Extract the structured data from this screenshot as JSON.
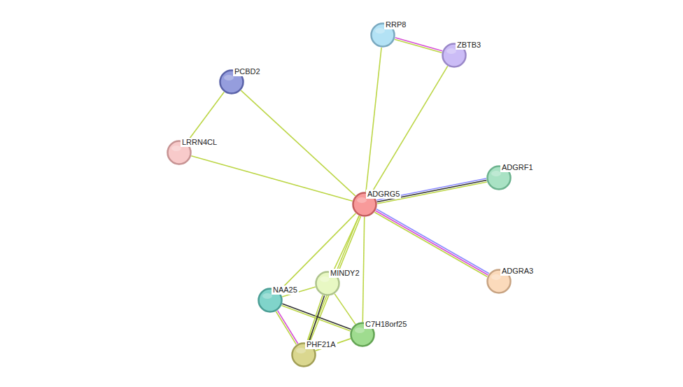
{
  "diagram": {
    "nodes": [
      {
        "text": [
          "RRP8"
        ]
      },
      {
        "text": [
          "ZBTB3"
        ]
      },
      {
        "text": [
          "PCBD2"
        ]
      },
      {
        "text": [
          "LRRN4CL"
        ]
      },
      {
        "text": [
          "ADGRF1"
        ]
      },
      {
        "text": [
          "ADGRG5"
        ]
      },
      {
        "text": [
          "ADGRA3"
        ]
      },
      {
        "text": [
          "MINDY2"
        ]
      },
      {
        "text": [
          "NAA25"
        ]
      },
      {
        "text": [
          "C7H18orf25"
        ]
      },
      {
        "text": [
          "PHF21A"
        ]
      }
    ],
    "edges": [
      {
        "from": 0,
        "to": 1,
        "arrow": "none"
      },
      {
        "from": 0,
        "to": 5,
        "arrow": "none"
      },
      {
        "from": 1,
        "to": 5,
        "arrow": "none"
      },
      {
        "from": 2,
        "to": 3,
        "arrow": "none"
      },
      {
        "from": 2,
        "to": 5,
        "arrow": "none"
      },
      {
        "from": 3,
        "to": 5,
        "arrow": "none"
      },
      {
        "from": 5,
        "to": 4,
        "arrow": "none"
      },
      {
        "from": 5,
        "to": 6,
        "arrow": "none"
      },
      {
        "from": 5,
        "to": 7,
        "arrow": "none"
      },
      {
        "from": 5,
        "to": 8,
        "arrow": "none"
      },
      {
        "from": 5,
        "to": 9,
        "arrow": "none"
      },
      {
        "from": 5,
        "to": 10,
        "arrow": "none"
      },
      {
        "from": 8,
        "to": 7,
        "arrow": "none"
      },
      {
        "from": 8,
        "to": 9,
        "arrow": "none"
      },
      {
        "from": 8,
        "to": 10,
        "arrow": "none"
      },
      {
        "from": 7,
        "to": 10,
        "arrow": "none"
      },
      {
        "from": 7,
        "to": 9,
        "arrow": "none"
      },
      {
        "from": 10,
        "to": 9,
        "arrow": "none"
      }
    ]
  }
}
